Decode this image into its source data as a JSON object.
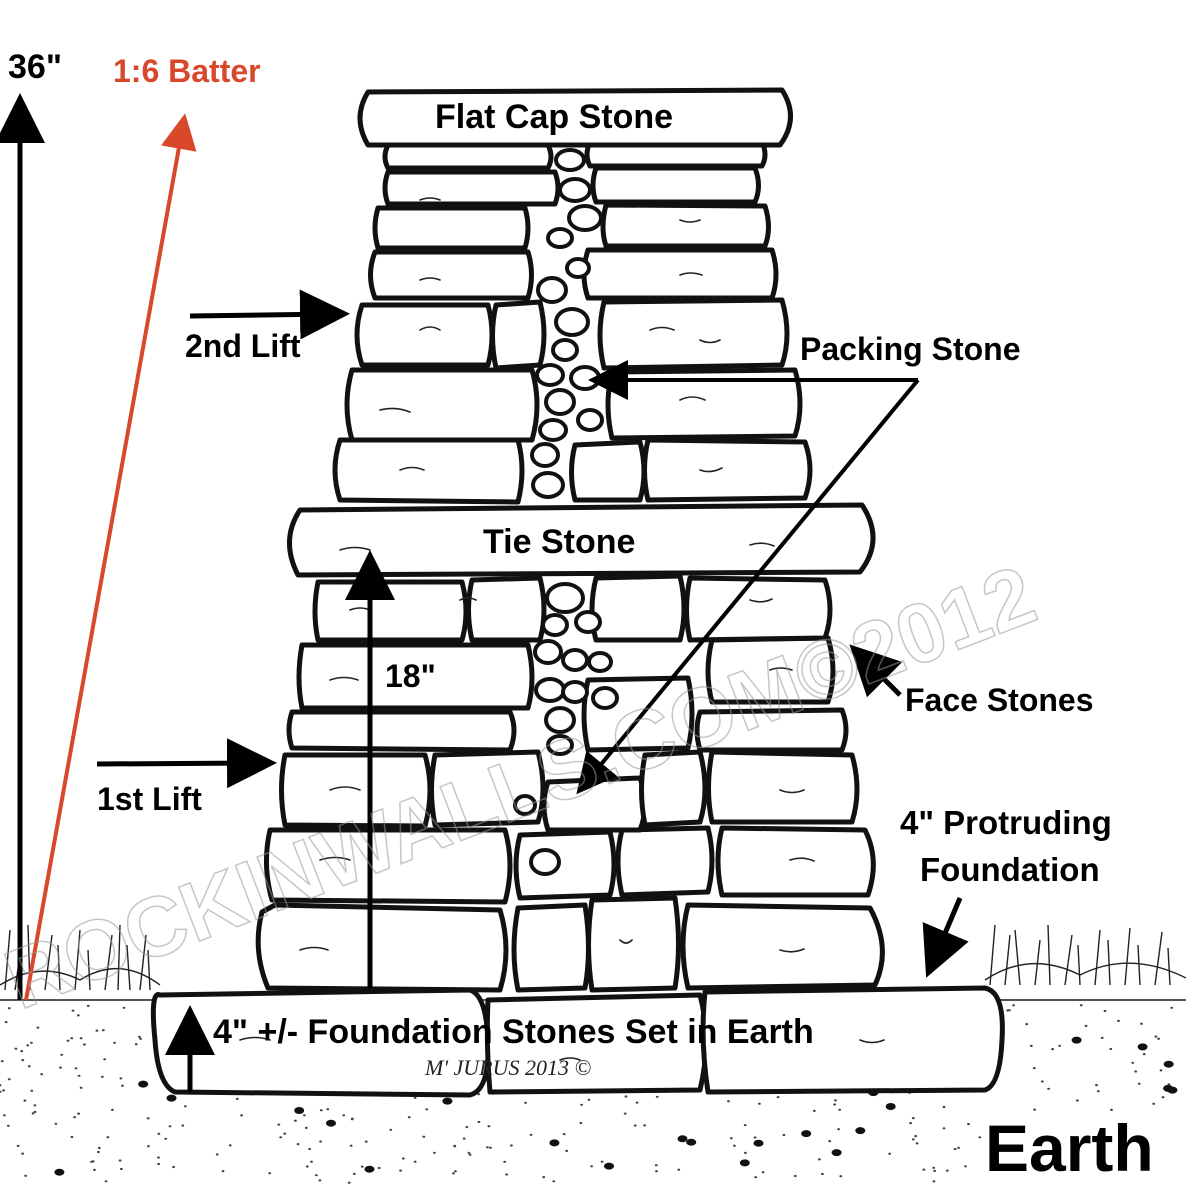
{
  "diagram": {
    "labels": {
      "height_36": "36\"",
      "batter": "1:6 Batter",
      "flat_cap": "Flat Cap Stone",
      "second_lift": "2nd Lift",
      "packing_stone": "Packing Stone",
      "tie_stone": "Tie Stone",
      "height_18": "18\"",
      "face_stones": "Face Stones",
      "first_lift": "1st Lift",
      "protruding_line1": "4\"  Protruding",
      "protruding_line2": "Foundation",
      "foundation_stones": "4\"  +/- Foundation Stones Set in Earth",
      "earth": "Earth"
    },
    "watermark": "ROCKINWALLS.COM©2012",
    "signature": "M' JURUS 2013 ©",
    "colors": {
      "ink": "#000000",
      "batter_line": "#d9482b",
      "background": "#ffffff"
    }
  }
}
